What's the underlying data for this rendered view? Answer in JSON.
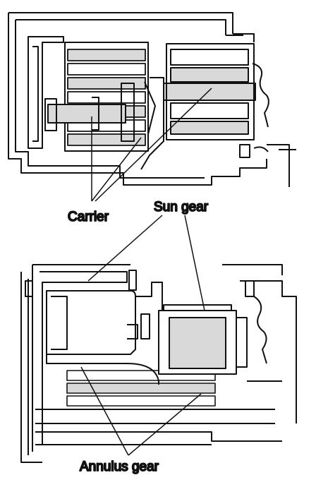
{
  "labels": {
    "carrier": "Carrier",
    "sun_gear": "Sun gear",
    "annulus_gear": "Annulus gear"
  },
  "colors": {
    "ink": "#111111",
    "fill": "#d9d9d9",
    "background": "#ffffff"
  }
}
